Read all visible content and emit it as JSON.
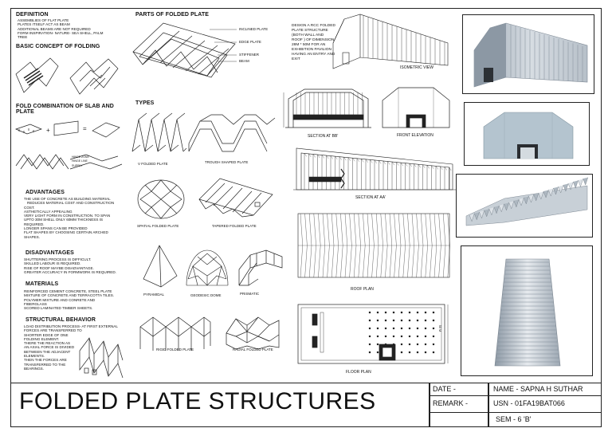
{
  "definition": {
    "title": "DEFINITION",
    "lines": [
      "ASSEMBLIES OF FLAT PLATE",
      "PLATES ITSELF ACT AS BEAM",
      "ADDITIONAL BEAMS ARE NOT REQUIRED",
      "FORM INSPIRATION- NATURE- SEA SHELL, PALM",
      "TREE"
    ]
  },
  "basic_concept": {
    "title": "BASIC CONCEPT OF FOLDING"
  },
  "fold_combination": {
    "title_1": "FOLD COMBINATION OF SLAB AND",
    "title_2": "PLATE",
    "hinge_labels": [
      "HINGE ZONE",
      "HINGE LINE",
      "SUPPLY"
    ]
  },
  "advantages": {
    "title": "ADVANTAGES",
    "lines": [
      "THE USE OF CONCRETE AS BUILDING MATERIAL",
      "REDUCES MATERIAL COST AND CONSTRUCTION",
      "COST.",
      "ASTHETICALLY APPEALING",
      "VERY LIGHT FORM IN CONSTRUCTION. TO SPAN",
      "UPTO 30M SHELL ONLY 60MM THICKNESS IS",
      "REQUIRED.",
      "LONGER SPANS CAN BE PROVIDED",
      "FLAT SHAPES BY CHOOSING CERTAIN ARCHED",
      "SHAPES."
    ]
  },
  "disadvantages": {
    "title": "DISADVANTAGES",
    "lines": [
      "SHUTTERING PROCESS IS DIFFICULT.",
      "SKILLED LABOUR IS REQUIRED.",
      "RISE OF ROOF MAYBE DISADVANTAGE.",
      "GREATER ACCURACY IN FORMWORK IS REQUIRED."
    ]
  },
  "materials": {
    "title": "MATERIALS",
    "lines": [
      "REINFORCED CEMENT CONCRETE, STEEL PLATE",
      "MIXTURE OF CONCRETE AND TERRACOTTA TILES.",
      "POLYMER MIXTURE AND CONRETE AND",
      "FIBERGLASS",
      "SCORED LAMINATED TIMBER SHEETS."
    ]
  },
  "structural_behavior": {
    "title": "STRUCTURAL BEHAVIOR",
    "lines": [
      "LOAD DISTRIBUTION PROCESS- AT FIRST EXTERNAL",
      "FORCES ARE TRANSFERRED TO",
      "SHORTER EDGE OF ONE",
      "FOLDING ELEMENT.",
      "THERE THE REACTION AS",
      "AN AXIAL FORCE IS DIVIDED",
      "BETWEEN THE ADJACENT",
      "ELEMENTS.",
      "THEN THE FORCES ARE",
      "TRANSFERRED TO THE",
      "BEARINGS."
    ]
  },
  "parts": {
    "title": "PARTS OF FOLDED PLATE",
    "labels": [
      "INCLINED PLATE",
      "EDGE PLATE",
      "STIFFENER",
      "BEAM"
    ]
  },
  "types": {
    "title": "TYPES",
    "items": [
      "V FOLDED PLATE",
      "TROUGH SHAPED PLATE",
      "SPATIAL FOLDED PLATE",
      "TAPERED FOLDED PLATE",
      "PYRAMIDAL",
      "GEODESIC DOME",
      "PRISMATIC",
      "RIGID FOLDED PLATE",
      "RADIAL FOLDED PLATE"
    ]
  },
  "design": {
    "lines": [
      "DESIGN A RCC FOLDED",
      "PLATE STRUCTURE",
      "(BOTH WALL AND",
      "ROOF ) OF DIMENSION",
      "28M * 50M FOR AN",
      "EXHIBITION PAVILION",
      "HAVING AN ENTRY AND",
      "EXIT"
    ]
  },
  "drawings": {
    "isometric": "ISOMETRIC VIEW",
    "section_bb": "SECTION AT BB'",
    "front_elevation": "FRONT ELEVATION",
    "section_aa": "SECTION AT AA'",
    "roof_plan": "ROOF PLAN",
    "floor_plan": "FLOOR PLAN",
    "dim_50m": "50 M"
  },
  "title_block": {
    "title": "FOLDED PLATE STRUCTURES",
    "date_label": "DATE -",
    "remark_label": "REMARK -",
    "name": "NAME - SAPNA H SUTHAR",
    "usn": "USN - 01FA19BAT066",
    "sem": "SEM - 6 'B'"
  }
}
